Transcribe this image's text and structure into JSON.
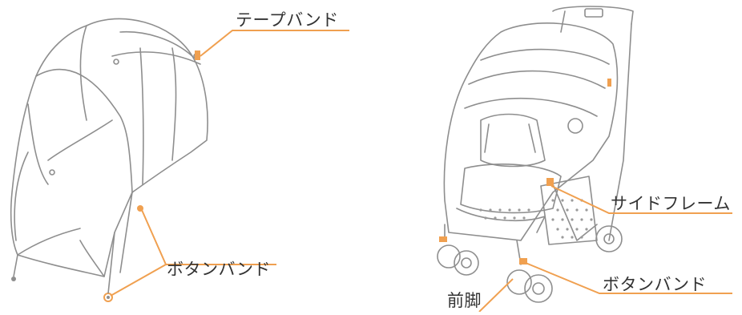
{
  "labels": {
    "tape_band": "テープバンド",
    "button_band_cover": "ボタンバンド",
    "side_frame": "サイドフレーム",
    "button_band_stroller": "ボタンバンド",
    "front_leg": "前脚"
  },
  "colors": {
    "leader": "#f0a050",
    "line": "#333333",
    "mesh": "#9a9a9a"
  }
}
